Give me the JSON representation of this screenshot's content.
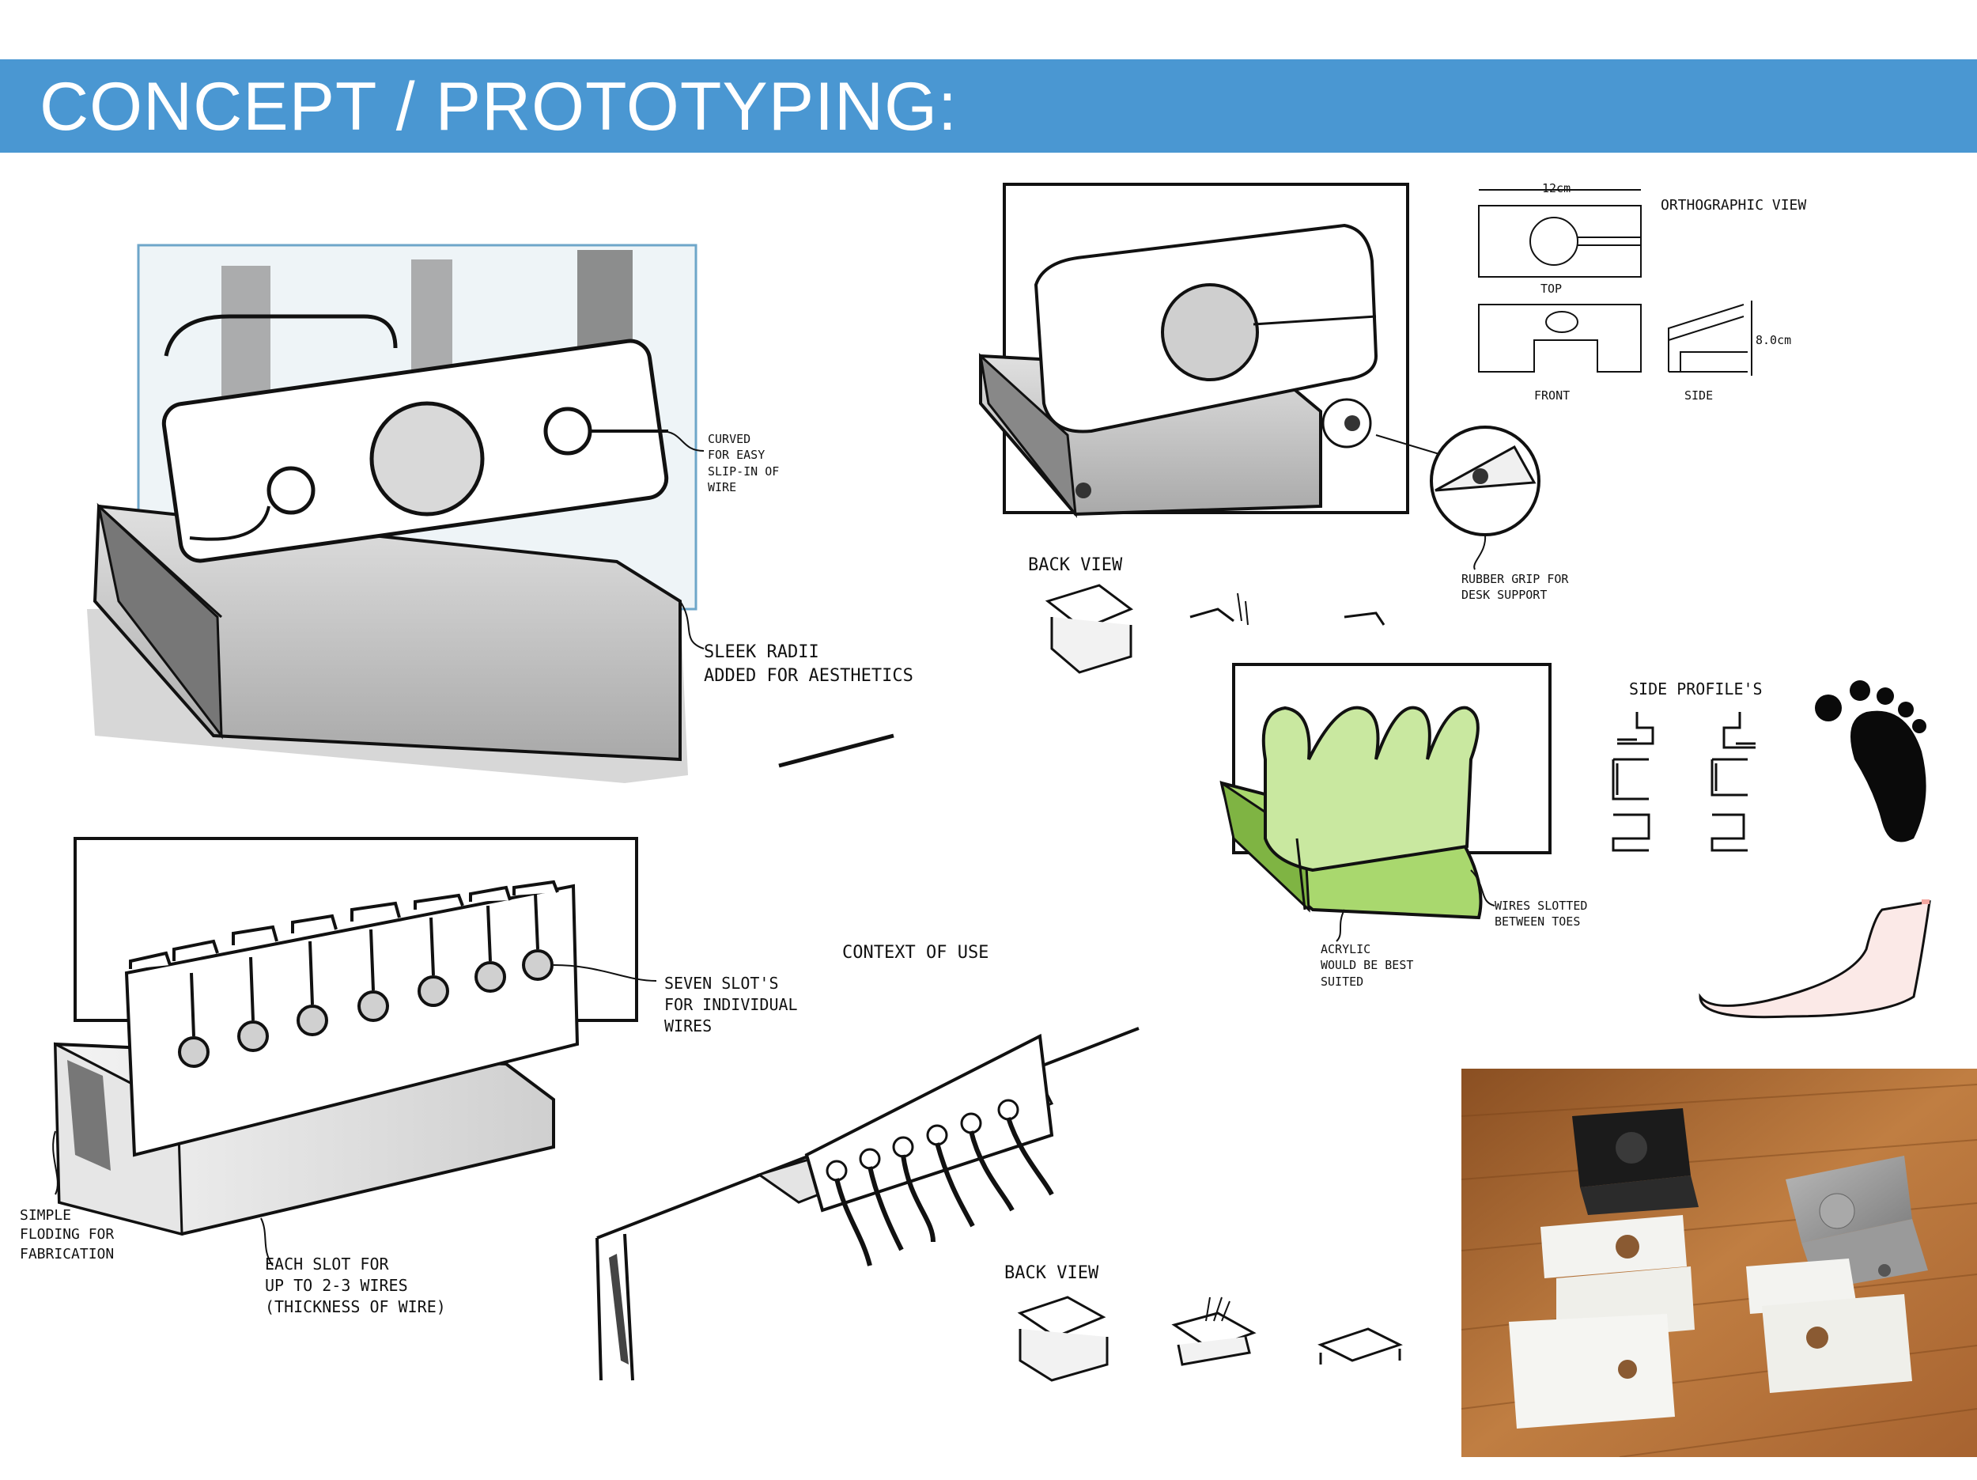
{
  "header": {
    "title": "CONCEPT / PROTOTYPING:"
  },
  "annotations": {
    "curved": "Curved\nfor easy\nslip-in of\nwire",
    "sleek": "Sleek Radii\nadded for Aesthetics",
    "ortho_title": "Orthographic view",
    "dim_width": "12cm",
    "dim_height": "8.0cm",
    "label_top": "TOP",
    "label_front": "FRONT",
    "label_side": "SIDE",
    "back_view_1": "Back View",
    "rubber": "Rubber grip for\ndesk support",
    "side_profiles": "Side Profile's",
    "wires_toes": "Wires slotted\nbetween toes",
    "acrylic": "Acrylic\nwould be best\nsuited",
    "seven": "Seven slot's\nfor individual\nwires",
    "context": "Context of Use",
    "simple": "Simple\nfloding for\nfabrication",
    "each": "Each slot for\nup to 2-3 wires\n(thickness of wire)",
    "back_view_2": "Back View"
  },
  "colors": {
    "banner": "#4a97d2",
    "toe_green": "#a9d86e",
    "shadow_gray": "#bdbdbd",
    "wood": "#b8753a"
  }
}
